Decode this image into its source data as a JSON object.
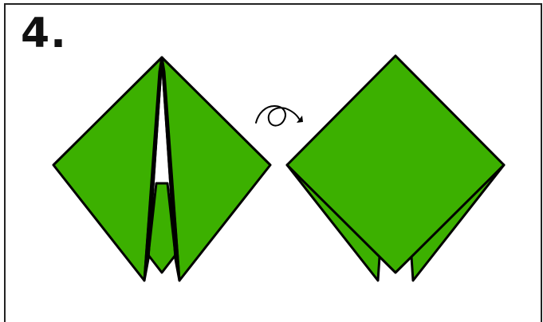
{
  "step": {
    "number_label": "4."
  },
  "colors": {
    "paper": "#3cb000",
    "outline": "#000000",
    "border": "#222222",
    "background": "#ffffff"
  },
  "diagram": {
    "left_figure": "folded-kite-front",
    "action_icon": "turn-over-icon",
    "right_figure": "folded-kite-back"
  }
}
